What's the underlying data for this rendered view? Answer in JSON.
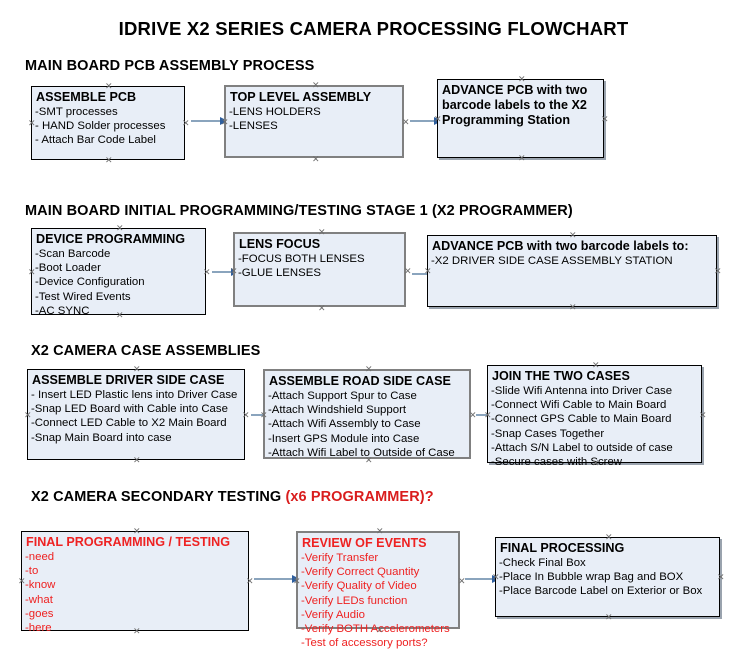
{
  "document": {
    "title": "IDRIVE X2  SERIES CAMERA PROCESSING FLOWCHART"
  },
  "sections": [
    {
      "heading": "MAIN BOARD PCB ASSEMBLY PROCESS",
      "heading_accent": "",
      "boxes": [
        {
          "title": "ASSEMBLE PCB",
          "lines": [
            "-SMT processes",
            "- HAND Solder processes",
            "- Attach Bar Code Label"
          ]
        },
        {
          "title": "TOP LEVEL ASSEMBLY",
          "lines": [
            "-LENS HOLDERS",
            "-LENSES"
          ]
        },
        {
          "title": "ADVANCE PCB with two barcode labels to the  X2 Programming Station",
          "lines": []
        }
      ]
    },
    {
      "heading": "MAIN BOARD INITIAL PROGRAMMING/TESTING STAGE 1 (X2 PROGRAMMER)",
      "heading_accent": "",
      "boxes": [
        {
          "title": "DEVICE PROGRAMMING",
          "lines": [
            "-Scan Barcode",
            "-Boot Loader",
            "-Device Configuration",
            "-Test Wired Events",
            "-AC SYNC"
          ]
        },
        {
          "title": "LENS FOCUS",
          "lines": [
            "-FOCUS BOTH LENSES",
            "-GLUE LENSES"
          ]
        },
        {
          "title": "ADVANCE PCB with two barcode labels to:",
          "lines": [
            "-X2 DRIVER  SIDE  CASE  ASSEMBLY STATION"
          ]
        }
      ]
    },
    {
      "heading": "X2 CAMERA CASE ASSEMBLIES",
      "heading_accent": "",
      "boxes": [
        {
          "title": "ASSEMBLE DRIVER SIDE CASE",
          "lines": [
            "- Insert LED Plastic lens into Driver Case",
            "-Snap LED Board with Cable into Case",
            "-Connect LED Cable to X2 Main Board",
            "-Snap Main Board into case"
          ]
        },
        {
          "title": "ASSEMBLE ROAD SIDE CASE",
          "lines": [
            "-Attach Support Spur to Case",
            "-Attach Windshield Support",
            "-Attach Wifi Assembly to Case",
            "-Insert GPS Module into Case",
            "-Attach Wifi Label to Outside of Case"
          ]
        },
        {
          "title": "JOIN THE TWO CASES",
          "lines": [
            "-Slide Wifi Antenna into Driver Case",
            "-Connect Wifi Cable to Main Board",
            "-Connect GPS Cable to Main Board",
            "-Snap Cases Together",
            "-Attach S/N Label to outside of case",
            "-Secure cases with Screw"
          ]
        }
      ]
    },
    {
      "heading": "X2 CAMERA SECONDARY TESTING ",
      "heading_accent": "(x6 PROGRAMMER)?",
      "boxes": [
        {
          "title": "FINAL PROGRAMMING / TESTING",
          "lines": [
            "-need",
            "-to",
            "-know",
            "-what",
            "-goes",
            "-here"
          ]
        },
        {
          "title": "REVIEW OF EVENTS",
          "lines": [
            "-Verify Transfer",
            "-Verify Correct Quantity",
            "-Verify Quality of Video",
            "-Verify LEDs function",
            "-Verify Audio",
            "-Verify BOTH Accelerometers",
            "-Test of accessory ports?"
          ]
        },
        {
          "title": "FINAL PROCESSING",
          "lines": [
            " -Check Final Box",
            "-Place In Bubble wrap Bag and BOX",
            "-Place Barcode Label on Exterior or Box"
          ]
        }
      ]
    }
  ],
  "colors": {
    "box_fill": "#e8eef7",
    "box_border_black": "#000000",
    "box_border_gray": "#808080",
    "arrow": "#8aa4bd",
    "arrow_head": "#2f5f9e",
    "accent_red": "#ee2222",
    "heading_accent_red": "#d91d1d"
  }
}
